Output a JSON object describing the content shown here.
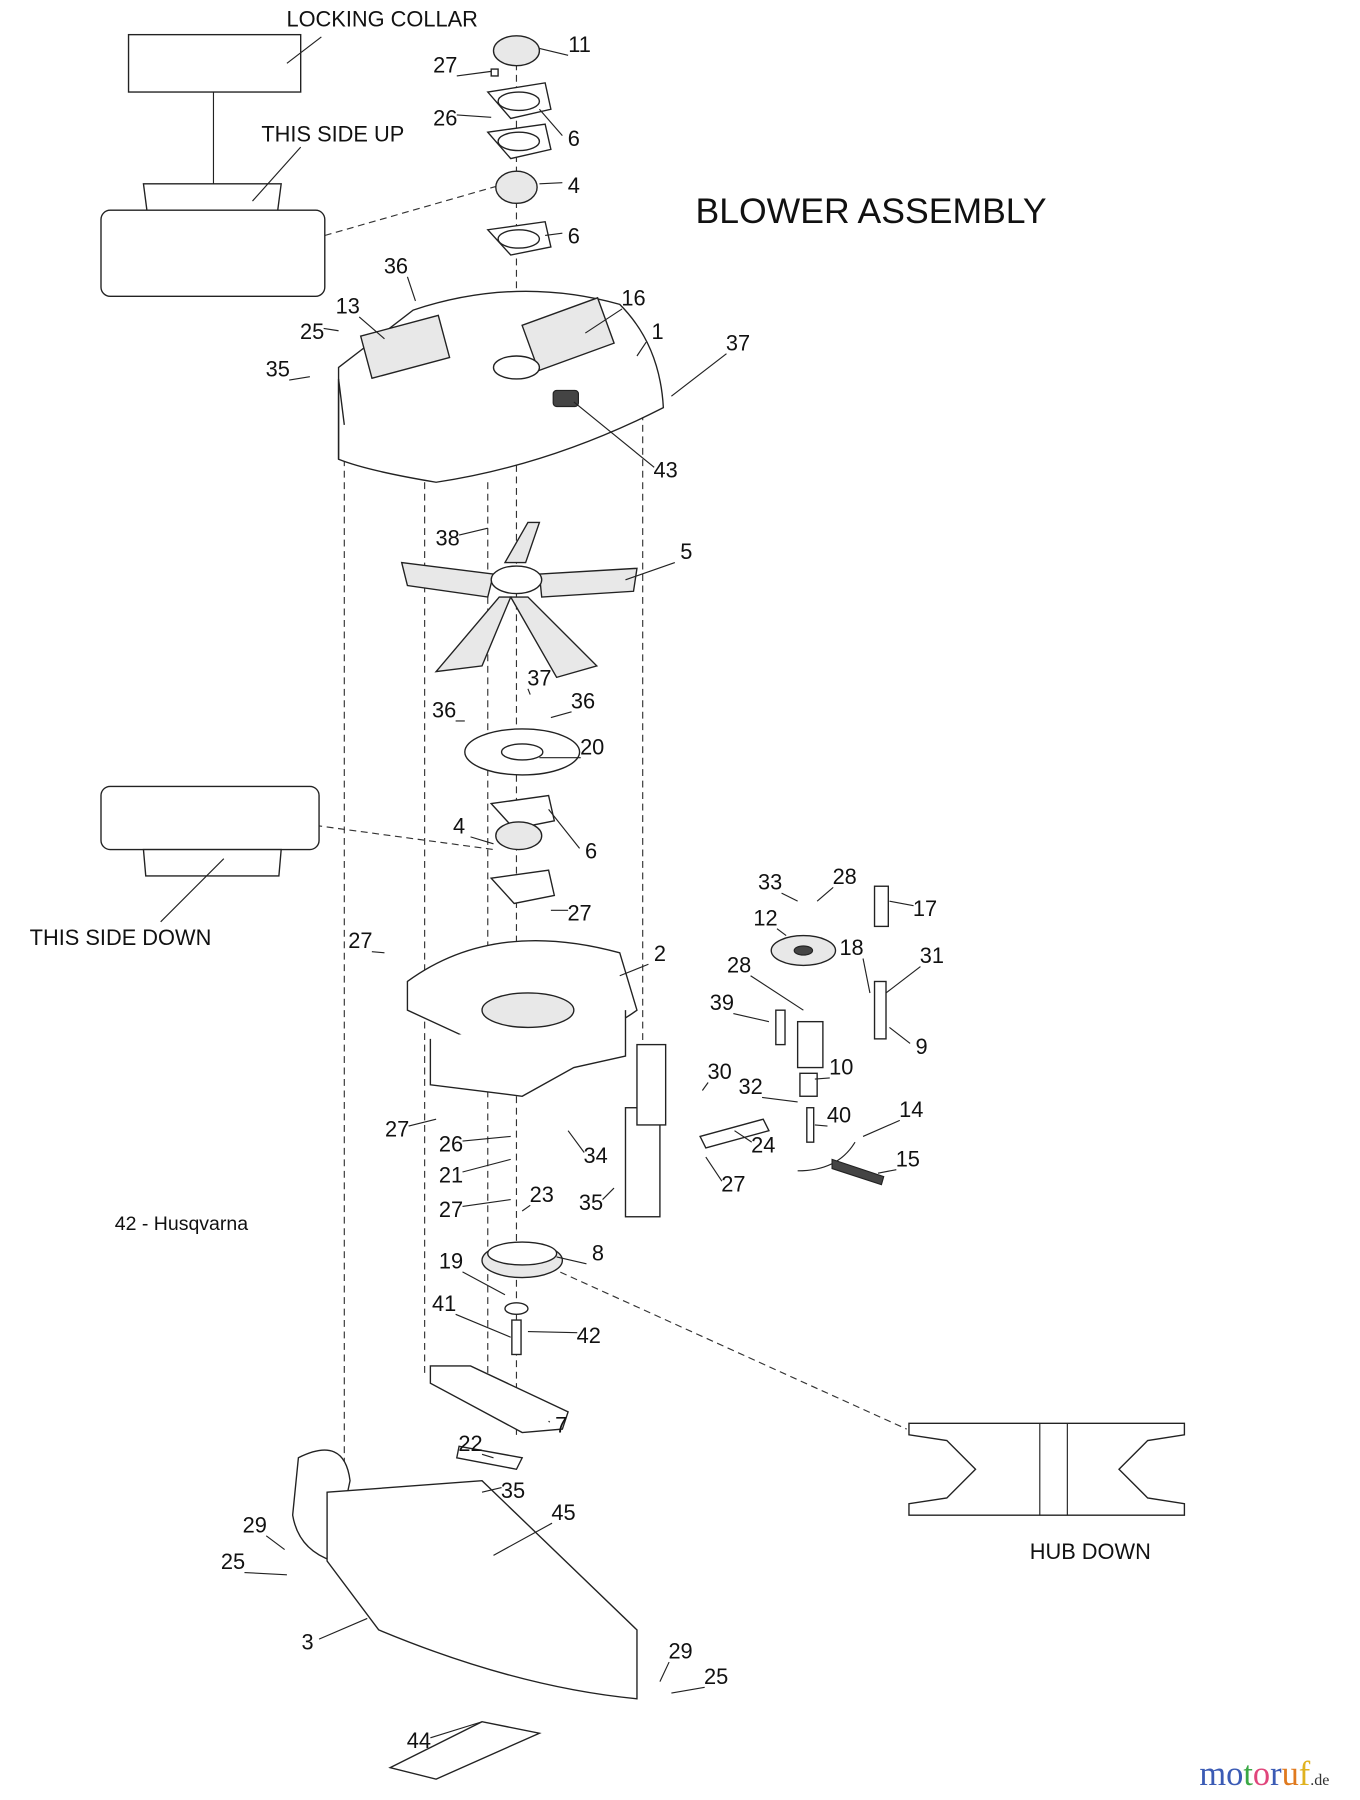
{
  "title": "BLOWER ASSEMBLY",
  "callouts": {
    "locking_collar": "LOCKING COLLAR",
    "this_side_up": "THIS SIDE UP",
    "this_side_down": "THIS SIDE DOWN",
    "hub_down": "HUB DOWN"
  },
  "brand_note": "42 - Husqvarna",
  "part_labels": [
    "11",
    "27",
    "26",
    "6",
    "4",
    "6",
    "36",
    "16",
    "13",
    "25",
    "1",
    "37",
    "35",
    "43",
    "38",
    "5",
    "37",
    "36",
    "36",
    "20",
    "4",
    "6",
    "27",
    "27",
    "2",
    "33",
    "28",
    "17",
    "12",
    "18",
    "31",
    "28",
    "39",
    "9",
    "10",
    "30",
    "32",
    "40",
    "14",
    "24",
    "15",
    "27",
    "26",
    "34",
    "21",
    "27",
    "27",
    "23",
    "35",
    "8",
    "19",
    "41",
    "42",
    "7",
    "22",
    "35",
    "45",
    "29",
    "25",
    "3",
    "29",
    "25",
    "44"
  ],
  "watermark": {
    "letters": [
      "m",
      "o",
      "t",
      "o",
      "r",
      "u",
      "f"
    ],
    "colors": [
      "#3b5bb5",
      "#3b5bb5",
      "#3aa845",
      "#e0457b",
      "#3b5bb5",
      "#e07a1f",
      "#e0b21f"
    ],
    "suffix": ".de"
  }
}
